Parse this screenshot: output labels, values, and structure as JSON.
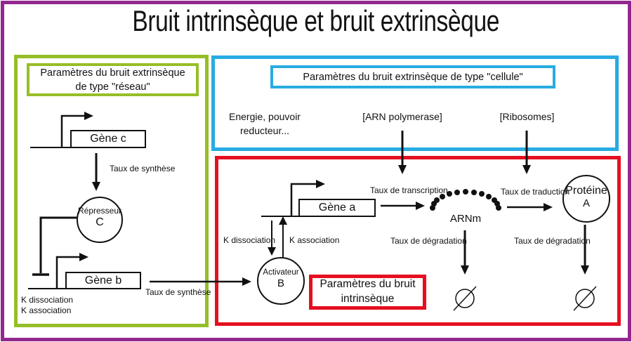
{
  "title": "Bruit intrinsèque et bruit extrinsèque",
  "colors": {
    "frame": "#92278F",
    "network_box": "#96BE28",
    "cell_box": "#29ABE2",
    "intrinsic_box": "#E50F20"
  },
  "network_panel": {
    "label_line1": "Paramètres du bruit extrinsèque",
    "label_line2": "de type \"réseau\"",
    "gene_c": "Gène c",
    "synthesis_rate_c": "Taux de synthèse",
    "repressor_line1": "Répresseur",
    "repressor_line2": "C",
    "gene_b": "Gène b",
    "k_dissociation": "K dissociation",
    "k_association": "K association",
    "synthesis_rate_b": "Taux de synthèse"
  },
  "cell_panel": {
    "label": "Paramètres du bruit  extrinsèque de type \"cellule\"",
    "energy_line1": "Energie, pouvoir",
    "energy_line2": "reducteur...",
    "rna_polymerase": "[ARN polymerase]",
    "ribosomes": "[Ribosomes]"
  },
  "intrinsic_panel": {
    "label_line1": "Paramètres du bruit",
    "label_line2": "intrinsèque",
    "gene_a": "Gène a",
    "k_dissociation": "K dissociation",
    "k_association": "K association",
    "activator_line1": "Activateur",
    "activator_line2": "B",
    "transcription_rate": "Taux de transcription",
    "mrna": "ARNm",
    "translation_rate": "Taux de traduction",
    "protein_line1": "Protéine",
    "protein_line2": "A",
    "degradation_rate_mrna": "Taux de dégradation",
    "degradation_rate_protein": "Taux de dégradation"
  }
}
